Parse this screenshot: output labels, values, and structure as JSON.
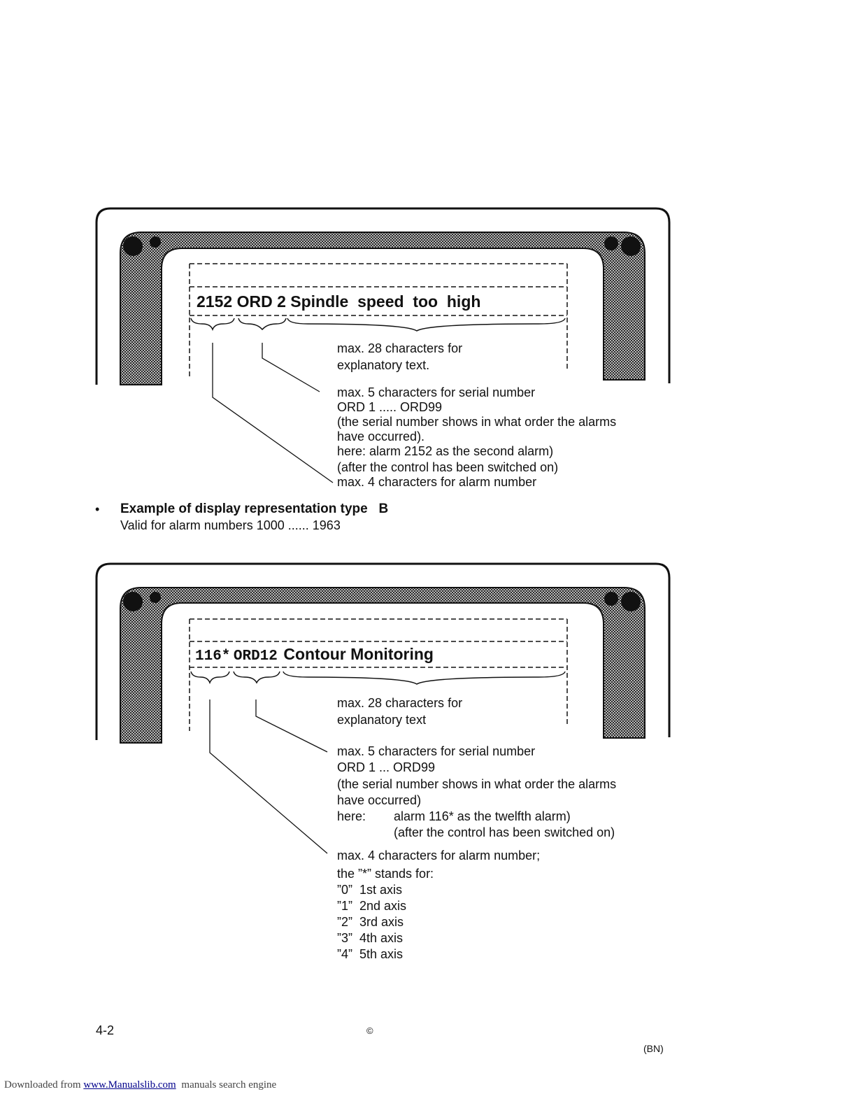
{
  "example_a": {
    "alarm_number": "2152",
    "serial": "ORD 2",
    "text": "Spindle  speed  too  high",
    "annot_text_1": "max. 28 characters for",
    "annot_text_2": "explanatory text.",
    "annot_serial_lines": [
      "max. 5 characters for serial number",
      "ORD 1 ..... ORD99",
      "(the serial number shows in what order the alarms",
      "have occurred).",
      "here: alarm 2152 as the second alarm)",
      "(after the control has been switched on)"
    ],
    "annot_alarm": "max. 4 characters for alarm number"
  },
  "section_b": {
    "bullet": "•",
    "title": "Example of display representation type   B",
    "subtitle": "Valid for alarm numbers 1000 ...... 1963"
  },
  "example_b": {
    "alarm_number": "116*",
    "serial": "ORD12",
    "text": "Contour Monitoring",
    "annot_text_1": "max. 28 characters for",
    "annot_text_2": "explanatory text",
    "annot_serial_lines": [
      "max. 5 characters for serial number",
      "ORD 1 ... ORD99",
      "(the serial number shows in what order the alarms",
      "have occurred)"
    ],
    "here_label": "here:",
    "here_lines": [
      "alarm 116* as the twelfth alarm)",
      "(after the control has been switched on)"
    ],
    "annot_alarm_lines": [
      "max. 4 characters for alarm number;",
      "the ”*” stands for:",
      "”0”  1st axis",
      "”1”  2nd axis",
      "”2”  3rd axis",
      "”3”  4th axis",
      "”4”  5th axis"
    ]
  },
  "footer": {
    "page_number": "4-2",
    "copyright": "©",
    "code": "(BN)",
    "download_prefix": "Downloaded from",
    "download_link": "www.Manualslib.com",
    "download_suffix": "manuals search engine"
  }
}
